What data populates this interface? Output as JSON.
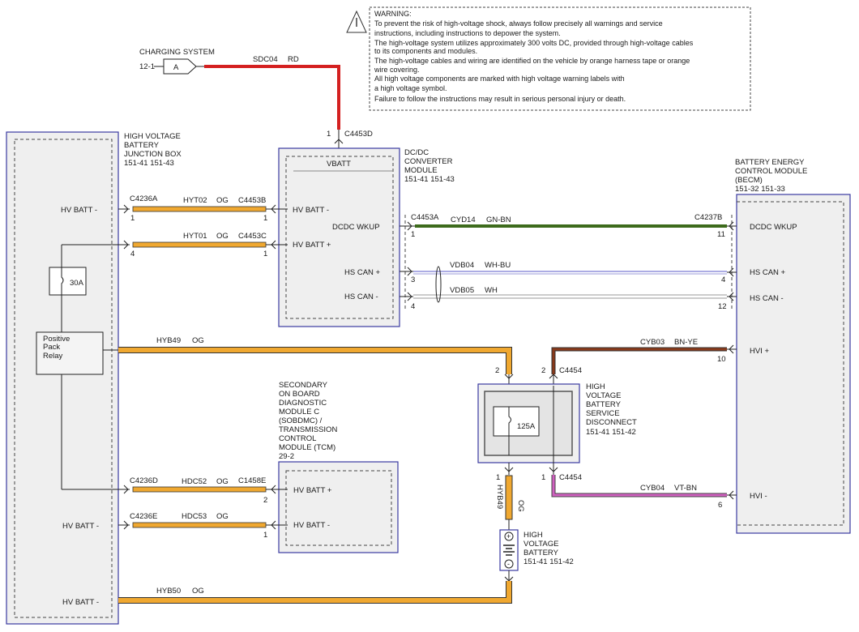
{
  "warning": {
    "title": "WARNING:",
    "lines": [
      "To prevent the risk of high-voltage shock, always follow precisely all warnings and service",
      "instructions, including instructions to depower the system.",
      "The high-voltage system utilizes approximately 300 volts DC, provided through high-voltage cables",
      "to its components and modules.",
      "The high-voltage cables and wiring are identified on the vehicle by orange harness tape or orange",
      "wire covering.",
      "All high voltage components are marked with high voltage warning labels with",
      "a high voltage symbol.",
      "Failure to follow the instructions may result in serious personal injury or death."
    ]
  },
  "charging": {
    "title": "CHARGING SYSTEM",
    "ref": "12-1",
    "connector_letter": "A",
    "wire": "SDC04",
    "wire_color": "RD",
    "pin": "1",
    "connector": "C4453D"
  },
  "junction_box": {
    "title_lines": [
      "HIGH VOLTAGE",
      "BATTERY",
      "JUNCTION BOX",
      "151-41  151-43"
    ],
    "fuse": "30A",
    "relay_lines": [
      "Positive",
      "Pack",
      "Relay"
    ],
    "pin_batt_minus_1": "HV BATT -",
    "pin_batt_minus_2": "HV BATT -",
    "pin_batt_minus_3": "HV BATT -"
  },
  "dcdc": {
    "title_lines": [
      "DC/DC",
      "CONVERTER",
      "MODULE",
      "151-41  151-43"
    ],
    "vbatt": "VBATT",
    "pins": {
      "batt_minus": "HV BATT -",
      "batt_plus": "HV BATT +",
      "wkup": "DCDC WKUP",
      "can_plus": "HS CAN +",
      "can_minus": "HS CAN -"
    }
  },
  "becm": {
    "title_lines": [
      "BATTERY ENERGY",
      "CONTROL MODULE",
      "(BECM)",
      "151-32  151-33"
    ],
    "pins": {
      "wkup": "DCDC WKUP",
      "can_plus": "HS CAN +",
      "can_minus": "HS CAN -",
      "hvi_plus": "HVI +",
      "hvi_minus": "HVI -"
    }
  },
  "sobdmc": {
    "title_lines": [
      "SECONDARY",
      "ON BOARD",
      "DIAGNOSTIC",
      "MODULE C",
      "(SOBDMC) /",
      "TRANSMISSION",
      "CONTROL",
      "MODULE (TCM)",
      "29-2"
    ],
    "pin_plus": "HV BATT +",
    "pin_minus": "HV BATT -"
  },
  "service_disconnect": {
    "title_lines": [
      "HIGH",
      "VOLTAGE",
      "BATTERY",
      "SERVICE",
      "DISCONNECT",
      "151-41  151-42"
    ],
    "fuse": "125A",
    "connector": "C4454"
  },
  "hv_battery": {
    "title_lines": [
      "HIGH",
      "VOLTAGE",
      "BATTERY",
      "151-41  151-42"
    ],
    "plus": "+",
    "minus": "-"
  },
  "wires": {
    "hyt02": {
      "name": "HYT02",
      "color": "OG",
      "left_conn": "C4236A",
      "right_conn": "C4453B",
      "left_pin": "1",
      "right_pin": "1"
    },
    "hyt01": {
      "name": "HYT01",
      "color": "OG",
      "right_conn": "C4453C",
      "left_pin": "4",
      "right_pin": "1"
    },
    "cyd14": {
      "name": "CYD14",
      "color": "GN-BN",
      "left_conn": "C4453A",
      "right_conn": "C4237B",
      "left_pin": "1",
      "right_pin": "11"
    },
    "vdb04": {
      "name": "VDB04",
      "color": "WH-BU",
      "left_pin": "3",
      "right_pin": "4"
    },
    "vdb05": {
      "name": "VDB05",
      "color": "WH",
      "left_pin": "4",
      "right_pin": "12"
    },
    "hyb49": {
      "name": "HYB49",
      "color": "OG",
      "pin_top": "2",
      "pin_bottom": "1"
    },
    "cyb03": {
      "name": "CYB03",
      "color": "BN-YE",
      "pin_becm": "10",
      "pin_sd": "2"
    },
    "cyb04": {
      "name": "CYB04",
      "color": "VT-BN",
      "pin_becm": "6",
      "pin_sd": "1"
    },
    "hdc52": {
      "name": "HDC52",
      "color": "OG",
      "left_conn": "C4236D",
      "right_conn": "C1458E",
      "right_pin": "2"
    },
    "hdc53": {
      "name": "HDC53",
      "color": "OG",
      "left_conn": "C4236E",
      "right_pin": "1"
    },
    "hyb50": {
      "name": "HYB50",
      "color": "OG"
    }
  },
  "colors": {
    "orange": "#f0a830",
    "red": "#d42020",
    "green": "#3d6b1c",
    "blue": "#5858c8",
    "brown": "#8a3a1a",
    "violet": "#d060c0",
    "module_border": "#3a3aa0",
    "module_fill": "#efefef"
  }
}
